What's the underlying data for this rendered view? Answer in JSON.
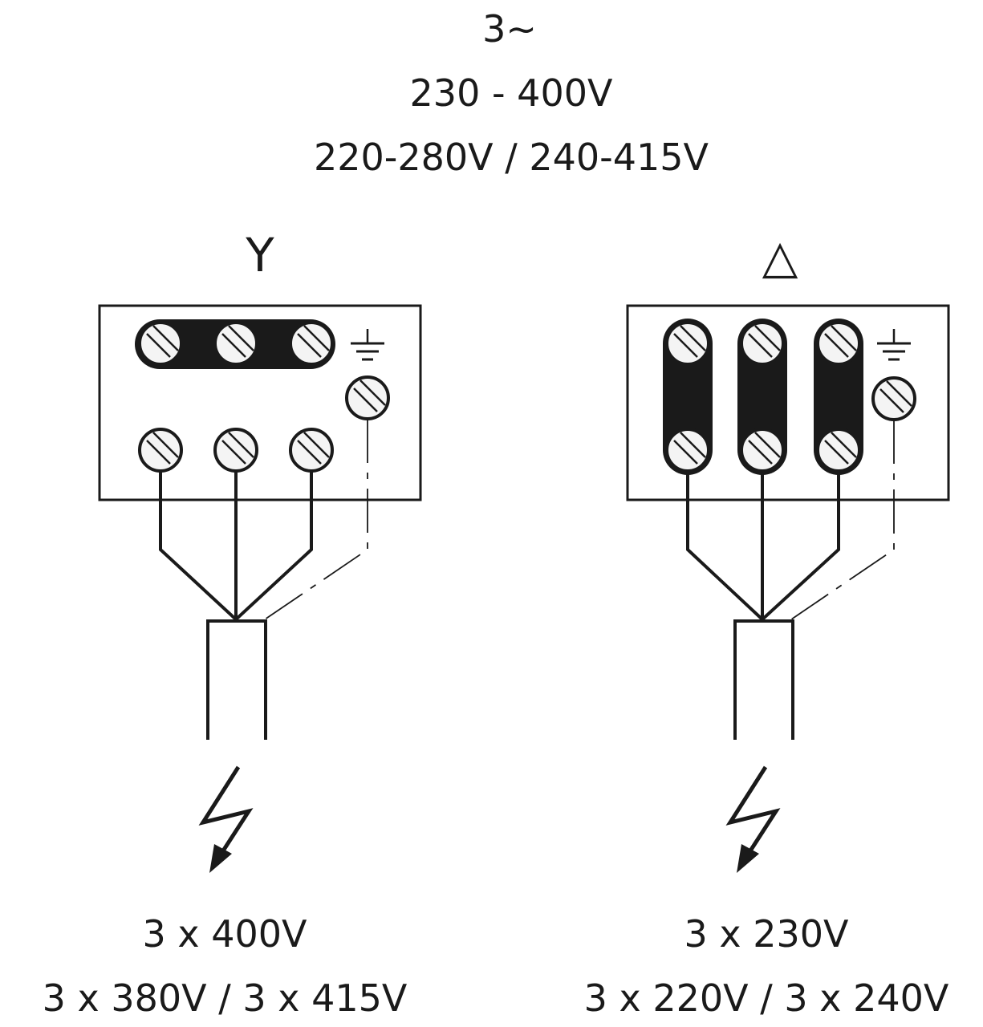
{
  "header": {
    "phase": "3~",
    "voltage_main": "230 - 400V",
    "voltage_alt": "220-280V / 240-415V"
  },
  "star": {
    "symbol": "Y",
    "voltage_main": "3 x 400V",
    "voltage_alt": "3 x 380V / 3 x 415V"
  },
  "delta": {
    "symbol": "△",
    "voltage_main": "3 x 230V",
    "voltage_alt": "3 x 220V / 3 x 240V"
  },
  "colors": {
    "ink": "#1a1a1a",
    "terminal_fill": "#f4f4f4"
  }
}
